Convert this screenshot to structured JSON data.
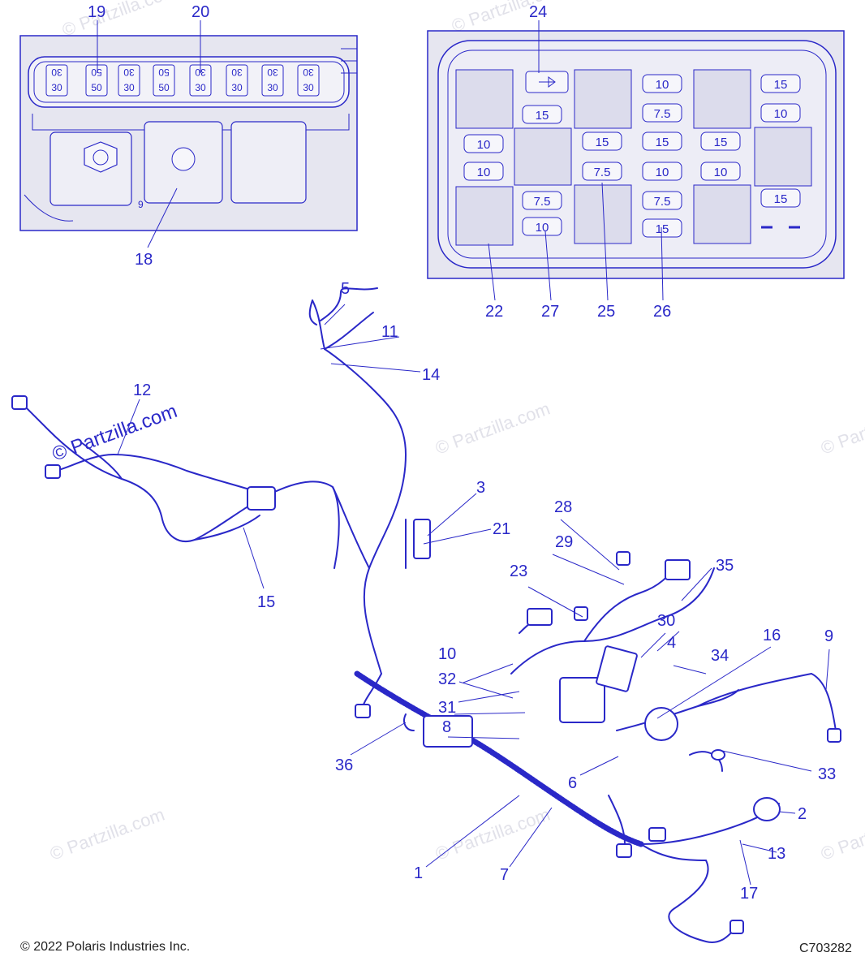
{
  "watermark": "© Partzilla.com",
  "footer": {
    "copyright": "© 2022 Polaris Industries Inc.",
    "drawing_number": "C703282"
  },
  "top_left_panel": {
    "fuse_ratings": [
      {
        "top": "30",
        "bottom": "30"
      },
      {
        "top": "50",
        "bottom": "50"
      },
      {
        "top": "30",
        "bottom": "30"
      },
      {
        "top": "50",
        "bottom": "50"
      },
      {
        "top": "30",
        "bottom": "30"
      },
      {
        "top": "30",
        "bottom": "30"
      },
      {
        "top": "30",
        "bottom": "30"
      },
      {
        "top": "30",
        "bottom": "30"
      }
    ],
    "side_mark": "9"
  },
  "top_right_panel": {
    "fuses": [
      "10",
      "7.5",
      "15",
      "15",
      "15",
      "10",
      "10",
      "15",
      "7.5",
      "10",
      "10",
      "15",
      "10",
      "7.5",
      "7.5",
      "10",
      "15",
      "15"
    ]
  },
  "callouts": {
    "c1": "1",
    "c2": "2",
    "c3": "3",
    "c4": "4",
    "c5": "5",
    "c6": "6",
    "c7": "7",
    "c8": "8",
    "c9": "9",
    "c10": "10",
    "c11": "11",
    "c12": "12",
    "c13": "13",
    "c14": "14",
    "c15": "15",
    "c16": "16",
    "c17": "17",
    "c18": "18",
    "c19": "19",
    "c20": "20",
    "c21": "21",
    "c22": "22",
    "c23": "23",
    "c24": "24",
    "c25": "25",
    "c26": "26",
    "c27": "27",
    "c28": "28",
    "c29": "29",
    "c30": "30",
    "c31": "31",
    "c32": "32",
    "c33": "33",
    "c34": "34",
    "c35": "35",
    "c36": "36"
  }
}
